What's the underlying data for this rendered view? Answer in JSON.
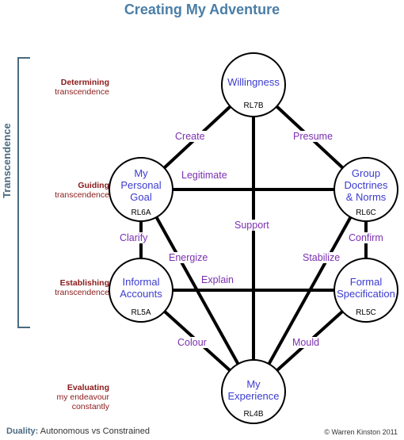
{
  "title": "Creating My Adventure",
  "side_label": "Transcendence",
  "levels": [
    {
      "bold": "Determining",
      "rest": "transcendence"
    },
    {
      "bold": "Guiding",
      "rest": "transcendence"
    },
    {
      "bold": "Establishing",
      "rest": "transcendence"
    },
    {
      "bold": "Evaluating",
      "rest": "my endeavour",
      "rest2": "constantly"
    }
  ],
  "nodes": {
    "rl7": {
      "label": "Willingness",
      "code": "RL7B"
    },
    "rl6a": {
      "line1": "My",
      "line2": "Personal",
      "line3": "Goal",
      "code": "RL6A"
    },
    "rl6c": {
      "line1": "Group",
      "line2": "Doctrines",
      "line3": "& Norms",
      "code": "RL6C"
    },
    "rl5a": {
      "line1": "Informal",
      "line2": "Accounts",
      "code": "RL5A"
    },
    "rl5c": {
      "line1": "Formal",
      "line2": "Specification",
      "code": "RL5C"
    },
    "rl4": {
      "line1": "My",
      "line2": "Experience",
      "code": "RL4B"
    }
  },
  "edges": {
    "create": "Create",
    "presume": "Presume",
    "legitimate": "Legitimate",
    "support": "Support",
    "clarify": "Clarify",
    "confirm": "Confirm",
    "energize": "Energize",
    "stabilize": "Stabilize",
    "explain": "Explain",
    "colour": "Colour",
    "mould": "Mould"
  },
  "footer": {
    "duality_label": "Duality:",
    "duality_text": "Autonomous vs Constrained",
    "copyright": "© Warren Kinston 2011"
  },
  "colors": {
    "title": "#4a7ea7",
    "node_text": "#3b3bd0",
    "edge_text": "#7b2fb0",
    "level_text": "#8b1a1a"
  }
}
